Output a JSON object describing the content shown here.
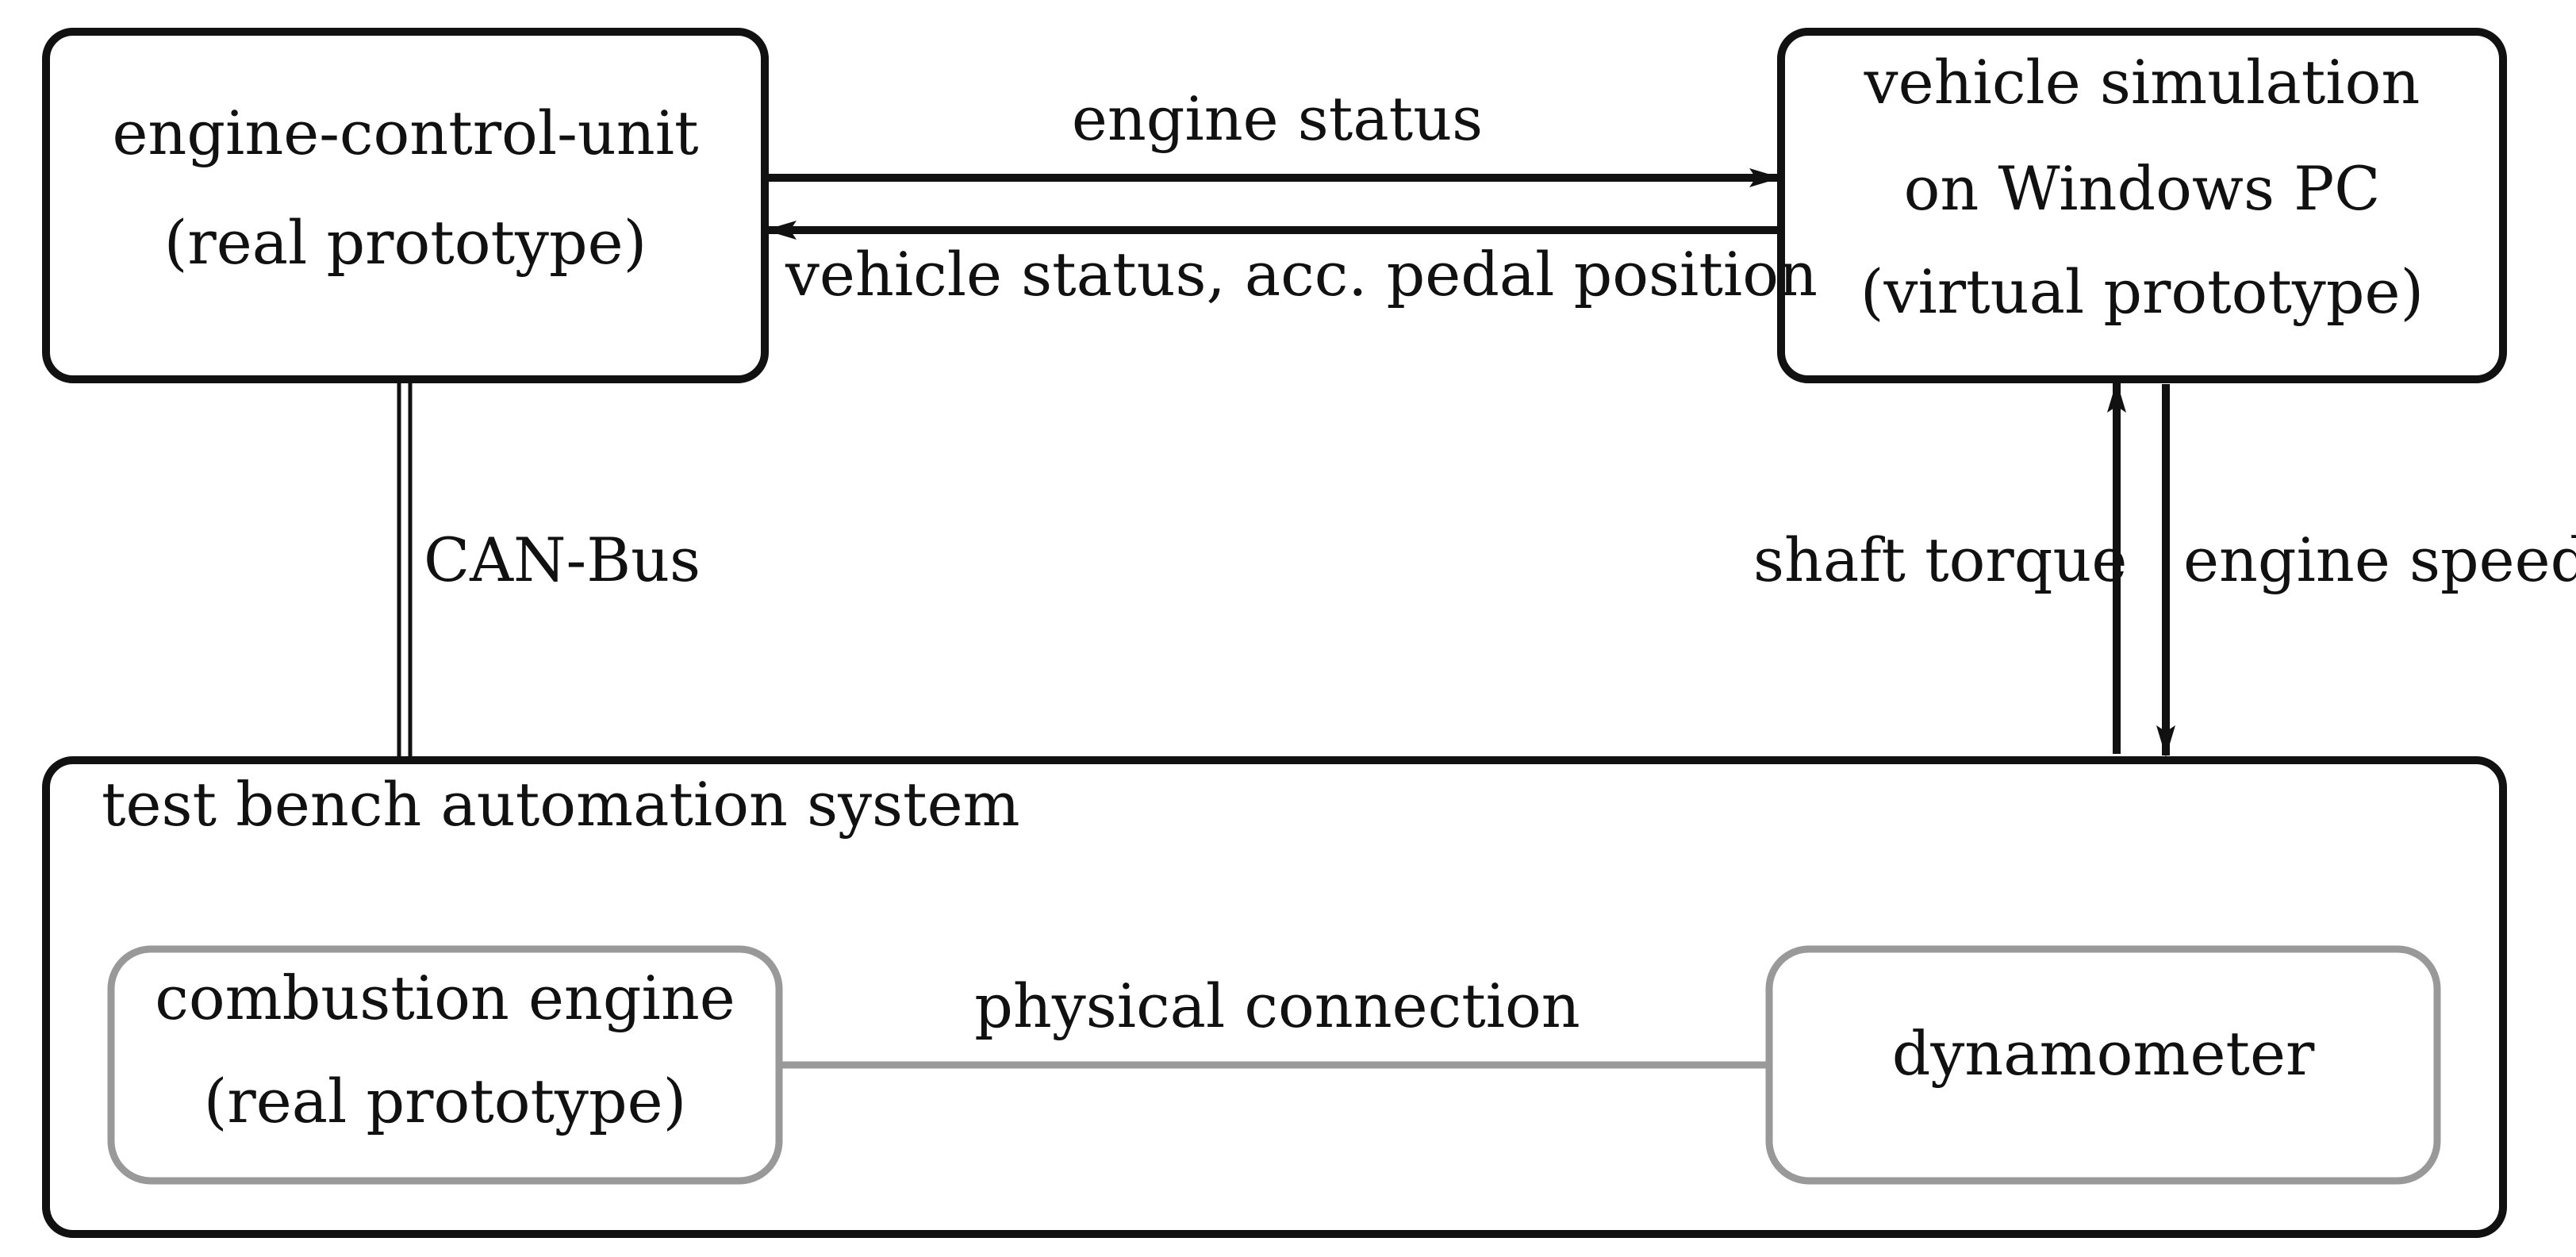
{
  "ecu": {
    "line1": "engine-control-unit",
    "line2": "(real prototype)"
  },
  "vehicle_sim": {
    "line1": "vehicle simulation",
    "line2": "on Windows PC",
    "line3": "(virtual prototype)"
  },
  "test_bench": {
    "title": "test bench automation system"
  },
  "combustion_engine": {
    "line1": "combustion engine",
    "line2": "(real prototype)"
  },
  "dynamometer": {
    "label": "dynamometer"
  },
  "links": {
    "engine_status": "engine status",
    "vehicle_status": "vehicle status, acc. pedal position",
    "can_bus": "CAN-Bus",
    "shaft_torque": "shaft torque",
    "engine_speed": "engine speed",
    "physical_connection": "physical connection"
  },
  "colors": {
    "main_stroke": "#111111",
    "inner_stroke": "#999999",
    "background": "#ffffff"
  }
}
